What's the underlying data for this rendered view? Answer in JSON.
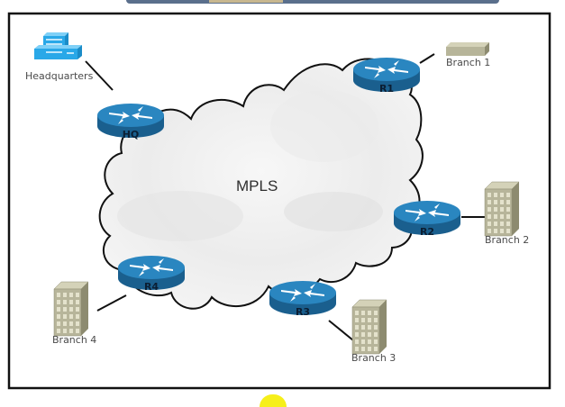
{
  "diagram": {
    "cloud": {
      "label": "MPLS"
    },
    "sites": {
      "headquarters": {
        "label": "Headquarters"
      },
      "branch1": {
        "label": "Branch 1"
      },
      "branch2": {
        "label": "Branch 2"
      },
      "branch3": {
        "label": "Branch 3"
      },
      "branch4": {
        "label": "Branch 4"
      }
    },
    "routers": {
      "hq": {
        "label": "HQ"
      },
      "r1": {
        "label": "R1"
      },
      "r2": {
        "label": "R2"
      },
      "r3": {
        "label": "R3"
      },
      "r4": {
        "label": "R4"
      }
    },
    "links": [
      [
        "Headquarters",
        "HQ"
      ],
      [
        "R1",
        "Branch 1"
      ],
      [
        "R2",
        "Branch 2"
      ],
      [
        "R3",
        "Branch 3"
      ],
      [
        "R4",
        "Branch 4"
      ]
    ],
    "colors": {
      "router": "#1f6fa3",
      "router_top": "#2a86c0",
      "hq_building": "#29a8e8",
      "branch_building": "#b7b59a"
    }
  }
}
